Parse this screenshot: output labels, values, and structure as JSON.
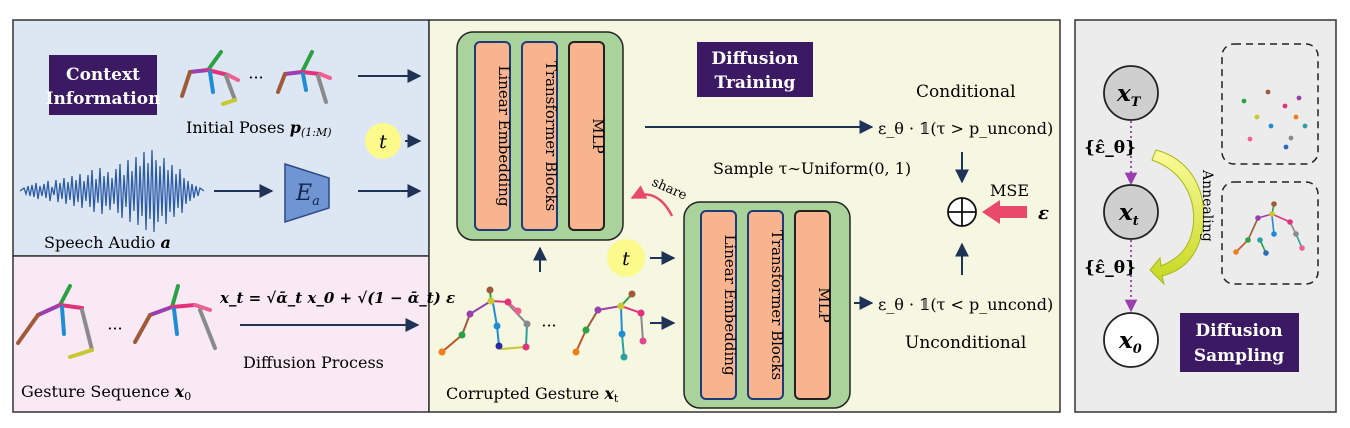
{
  "context": {
    "title_line1": "Context",
    "title_line2": "Information",
    "initial_poses": "Initial Poses",
    "initial_poses_var": "p",
    "initial_poses_sub": "(1:M)",
    "t": "t",
    "speech_audio": "Speech Audio",
    "speech_audio_var": "a",
    "encoder": "E",
    "encoder_sub": "a",
    "dots": "···"
  },
  "gesture": {
    "label": "Gesture Sequence",
    "label_var": "x",
    "label_sub": "0",
    "equation": "x_t = √ᾱ_t x_0 + √(1 − ᾱ_t) ε",
    "process": "Diffusion Process",
    "dots": "···"
  },
  "training": {
    "title_line1": "Diffusion",
    "title_line2": "Training",
    "block_linear": "Linear Embedding",
    "block_transformer": "Transformer Blocks",
    "block_mlp": "MLP",
    "share": "share",
    "t": "t",
    "corrupted": "Corrupted Gesture",
    "corrupted_var": "x",
    "corrupted_sub": "t",
    "dots": "···",
    "conditional": "Conditional",
    "unconditional": "Unconditional",
    "cond_expr": "ε_θ · 𝟙(τ > p_uncond)",
    "uncond_expr": "ε_θ · 𝟙(τ < p_uncond)",
    "sample": "Sample τ∼Uniform(0, 1)",
    "mse": "MSE",
    "epsilon": "ε",
    "oplus": "⊕"
  },
  "sampling": {
    "title_line1": "Diffusion",
    "title_line2": "Sampling",
    "node_T": "x",
    "node_T_sub": "T",
    "node_t": "x",
    "node_t_sub": "t",
    "node_0": "x",
    "node_0_sub": "0",
    "eps_set": "{ε̂_θ}",
    "annealing": "Annealing"
  },
  "colors": {
    "blue_panel": "#dde7f3",
    "pink_panel": "#f8e9f5",
    "yellow_panel": "#f5f7e1",
    "gray_panel": "#ececec",
    "purple_badge": "#3c1a63",
    "green_block": "#a9d39b",
    "salmon_block": "#f8b48f",
    "yellow_circle": "#fbfa8a",
    "encoder_blue": "#6f95d3"
  }
}
